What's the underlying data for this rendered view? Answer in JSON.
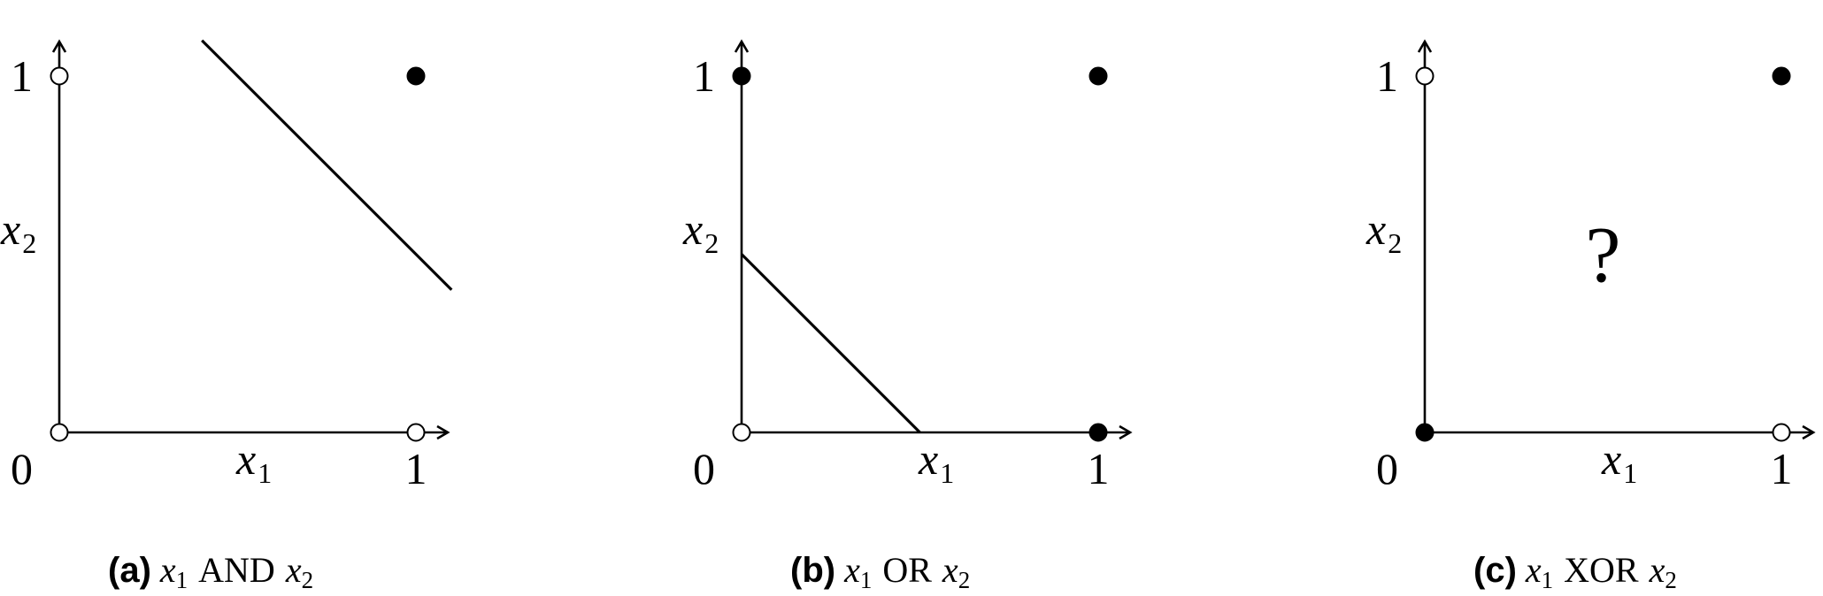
{
  "panels": [
    {
      "id": "a",
      "tick_zero": "0",
      "tick_x_one": "1",
      "tick_y_one": "1",
      "x_label": {
        "var": "x",
        "sub": "1"
      },
      "y_label": {
        "var": "x",
        "sub": "2"
      },
      "caption": {
        "tag": "(a)",
        "left": {
          "var": "x",
          "sub": "1"
        },
        "op": "AND",
        "right": {
          "var": "x",
          "sub": "2"
        }
      },
      "points": [
        {
          "x1": 0,
          "x2": 0,
          "output": 0
        },
        {
          "x1": 1,
          "x2": 0,
          "output": 0
        },
        {
          "x1": 0,
          "x2": 1,
          "output": 0
        },
        {
          "x1": 1,
          "x2": 1,
          "output": 1
        }
      ],
      "decision_line": {
        "from": [
          0.4,
          1.1
        ],
        "to": [
          1.1,
          0.4
        ]
      },
      "question_mark": ""
    },
    {
      "id": "b",
      "tick_zero": "0",
      "tick_x_one": "1",
      "tick_y_one": "1",
      "x_label": {
        "var": "x",
        "sub": "1"
      },
      "y_label": {
        "var": "x",
        "sub": "2"
      },
      "caption": {
        "tag": "(b)",
        "left": {
          "var": "x",
          "sub": "1"
        },
        "op": "OR",
        "right": {
          "var": "x",
          "sub": "2"
        }
      },
      "points": [
        {
          "x1": 0,
          "x2": 0,
          "output": 0
        },
        {
          "x1": 1,
          "x2": 0,
          "output": 1
        },
        {
          "x1": 0,
          "x2": 1,
          "output": 1
        },
        {
          "x1": 1,
          "x2": 1,
          "output": 1
        }
      ],
      "decision_line": {
        "from": [
          0,
          0.5
        ],
        "to": [
          0.5,
          0
        ]
      },
      "question_mark": ""
    },
    {
      "id": "c",
      "tick_zero": "0",
      "tick_x_one": "1",
      "tick_y_one": "1",
      "x_label": {
        "var": "x",
        "sub": "1"
      },
      "y_label": {
        "var": "x",
        "sub": "2"
      },
      "caption": {
        "tag": "(c)",
        "left": {
          "var": "x",
          "sub": "1"
        },
        "op": "XOR",
        "right": {
          "var": "x",
          "sub": "2"
        }
      },
      "points": [
        {
          "x1": 0,
          "x2": 0,
          "output": 1
        },
        {
          "x1": 1,
          "x2": 0,
          "output": 0
        },
        {
          "x1": 0,
          "x2": 1,
          "output": 0
        },
        {
          "x1": 1,
          "x2": 1,
          "output": 1
        }
      ],
      "decision_line": null,
      "question_mark": "?"
    }
  ],
  "colors": {
    "ink": "#000000",
    "background": "#ffffff"
  }
}
